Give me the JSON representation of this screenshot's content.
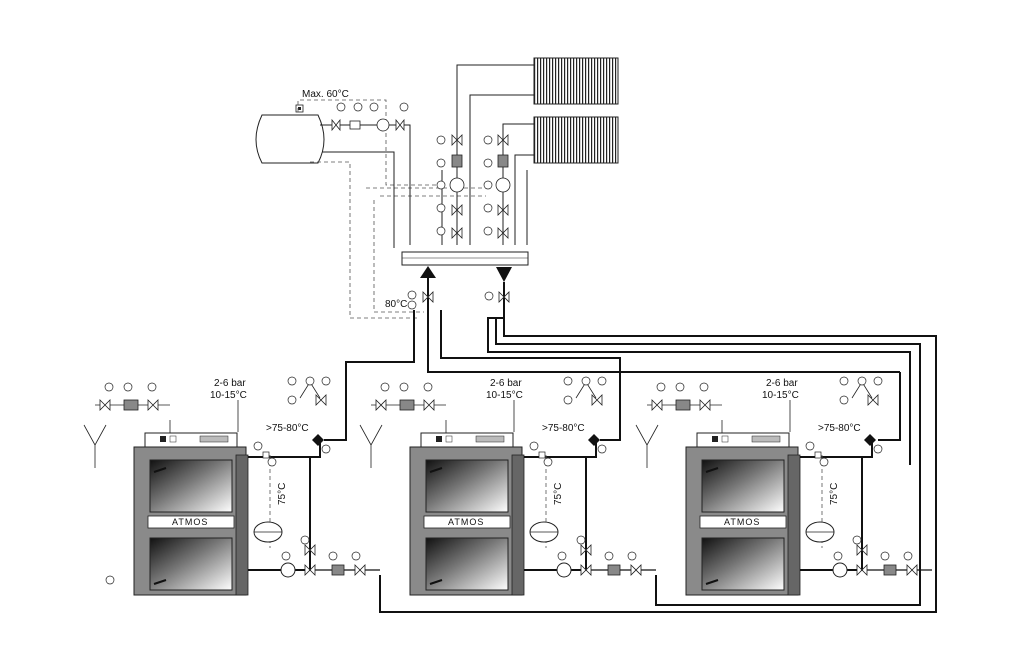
{
  "storage_tank": {
    "max_temp_label": "Max. 60°C"
  },
  "distribution": {
    "header_temp_label": "80°C"
  },
  "boilers": [
    {
      "brand": "ATMOS",
      "pressure_label": "2-6 bar",
      "temp_range_label": "10-15°C",
      "return_label": ">75-80°C",
      "vertical_label": "75°C"
    },
    {
      "brand": "ATMOS",
      "pressure_label": "2-6 bar",
      "temp_range_label": "10-15°C",
      "return_label": ">75-80°C",
      "vertical_label": "75°C"
    },
    {
      "brand": "ATMOS",
      "pressure_label": "2-6 bar",
      "temp_range_label": "10-15°C",
      "return_label": ">75-80°C",
      "vertical_label": "75°C"
    }
  ]
}
